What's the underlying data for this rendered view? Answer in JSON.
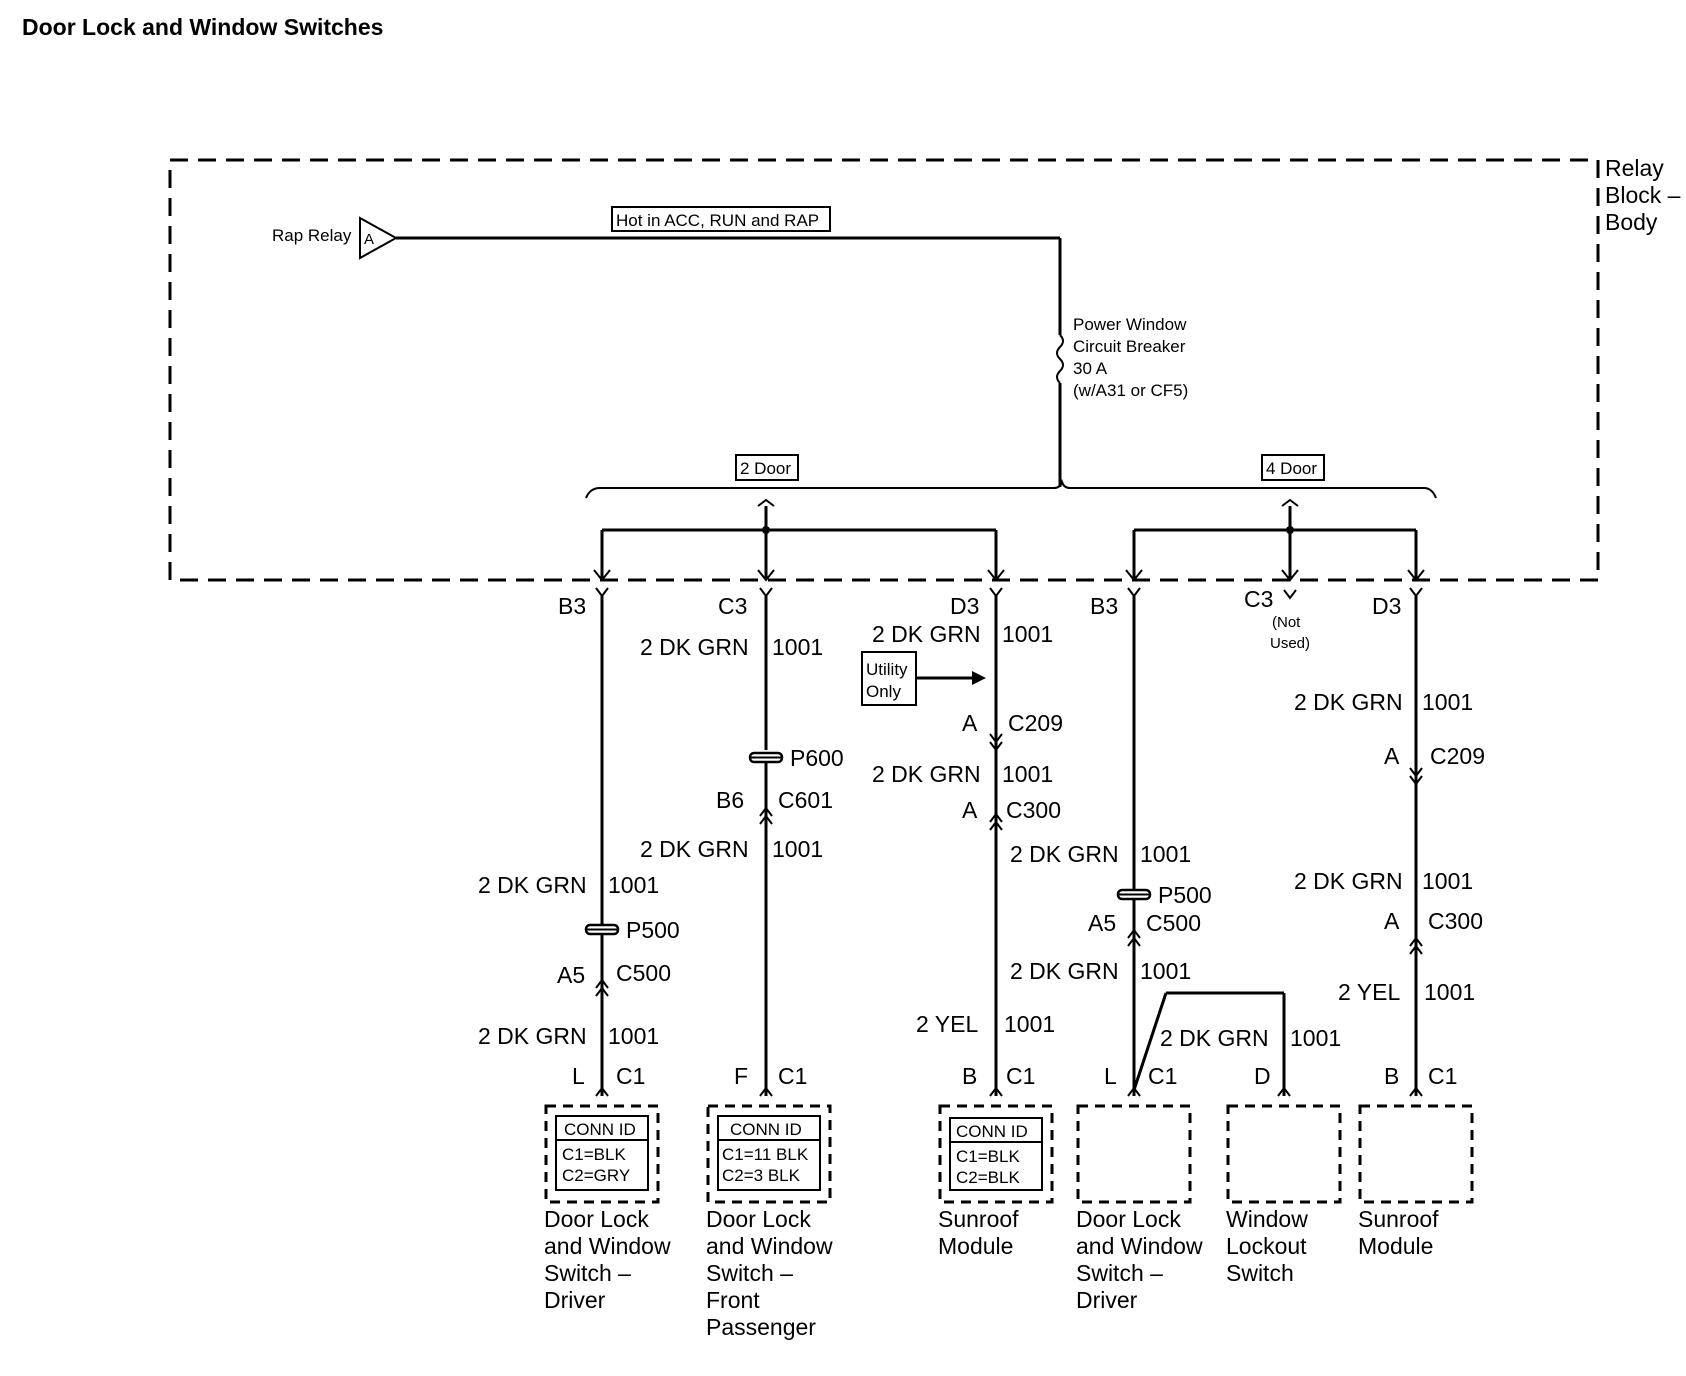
{
  "title": "Door Lock and Window Switches",
  "relay_block": {
    "line1": "Relay",
    "line2": "Block –",
    "line3": "Body"
  },
  "rap_relay": {
    "label": "Rap Relay",
    "terminal": "A"
  },
  "hot_label": "Hot in ACC, RUN and RAP",
  "breaker": {
    "line1": "Power Window",
    "line2": "Circuit Breaker",
    "line3": "30 A",
    "line4": "(w/A31 or CF5)"
  },
  "option_2door": "2 Door",
  "option_4door": "4 Door",
  "utility": {
    "line1": "Utility",
    "line2": "Only"
  },
  "pins": {
    "b3_left": "B3",
    "c3_left": "C3",
    "d3_left": "D3",
    "b3_right": "B3",
    "c3_right": "C3",
    "d3_right": "D3",
    "not_used_1": "(Not",
    "not_used_2": "Used)"
  },
  "wire": {
    "dkgrn": "2 DK GRN",
    "yel": "2 YEL",
    "circuit": "1001"
  },
  "connectors": {
    "p500": "P500",
    "c500": "C500",
    "a5": "A5",
    "p600": "P600",
    "c601": "C601",
    "b6": "B6",
    "c209": "C209",
    "c300": "C300",
    "a": "A",
    "c1": "C1",
    "l": "L",
    "f": "F",
    "b": "B",
    "d": "D"
  },
  "conn_ids": {
    "header": "CONN ID",
    "driver_2door": {
      "c1": "C1=BLK",
      "c2": "C2=GRY"
    },
    "passenger": {
      "c1": "C1=11 BLK",
      "c2": "C2=3 BLK"
    },
    "sunroof_2door": {
      "c1": "C1=BLK",
      "c2": "C2=BLK"
    }
  },
  "components": {
    "driver_2door": [
      "Door Lock",
      "and Window",
      "Switch –",
      "Driver"
    ],
    "passenger": [
      "Door Lock",
      "and Window",
      "Switch –",
      "Front",
      "Passenger"
    ],
    "sunroof_2door": [
      "Sunroof",
      "Module"
    ],
    "driver_4door": [
      "Door Lock",
      "and Window",
      "Switch –",
      "Driver"
    ],
    "lockout": [
      "Window",
      "Lockout",
      "Switch"
    ],
    "sunroof_4door": [
      "Sunroof",
      "Module"
    ]
  }
}
